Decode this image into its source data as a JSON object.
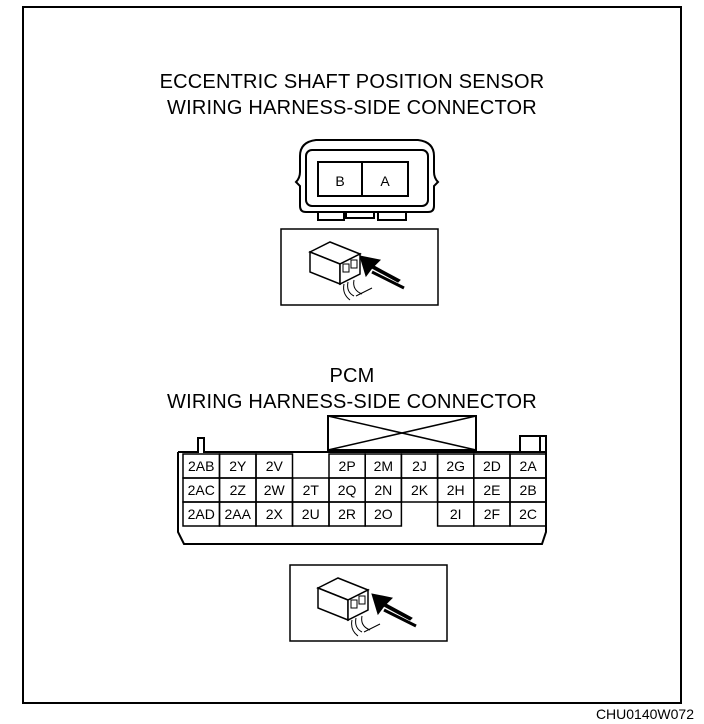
{
  "sensor": {
    "title_line1": "ECCENTRIC SHAFT POSITION SENSOR",
    "title_line2": "WIRING HARNESS-SIDE CONNECTOR",
    "terminals": [
      "B",
      "A"
    ]
  },
  "pcm": {
    "title_line1": "PCM",
    "title_line2": "WIRING HARNESS-SIDE CONNECTOR",
    "left_rows": [
      [
        "2AB",
        "2Y",
        "2V",
        ""
      ],
      [
        "2AC",
        "2Z",
        "2W",
        "2T"
      ],
      [
        "2AD",
        "2AA",
        "2X",
        "2U"
      ]
    ],
    "right_rows": [
      [
        "2P",
        "2M",
        "2J",
        "2G",
        "2D",
        "2A"
      ],
      [
        "2Q",
        "2N",
        "2K",
        "2H",
        "2E",
        "2B"
      ],
      [
        "2R",
        "2O",
        "",
        "2I",
        "2F",
        "2C"
      ]
    ]
  },
  "figure_code": "CHU0140W072"
}
